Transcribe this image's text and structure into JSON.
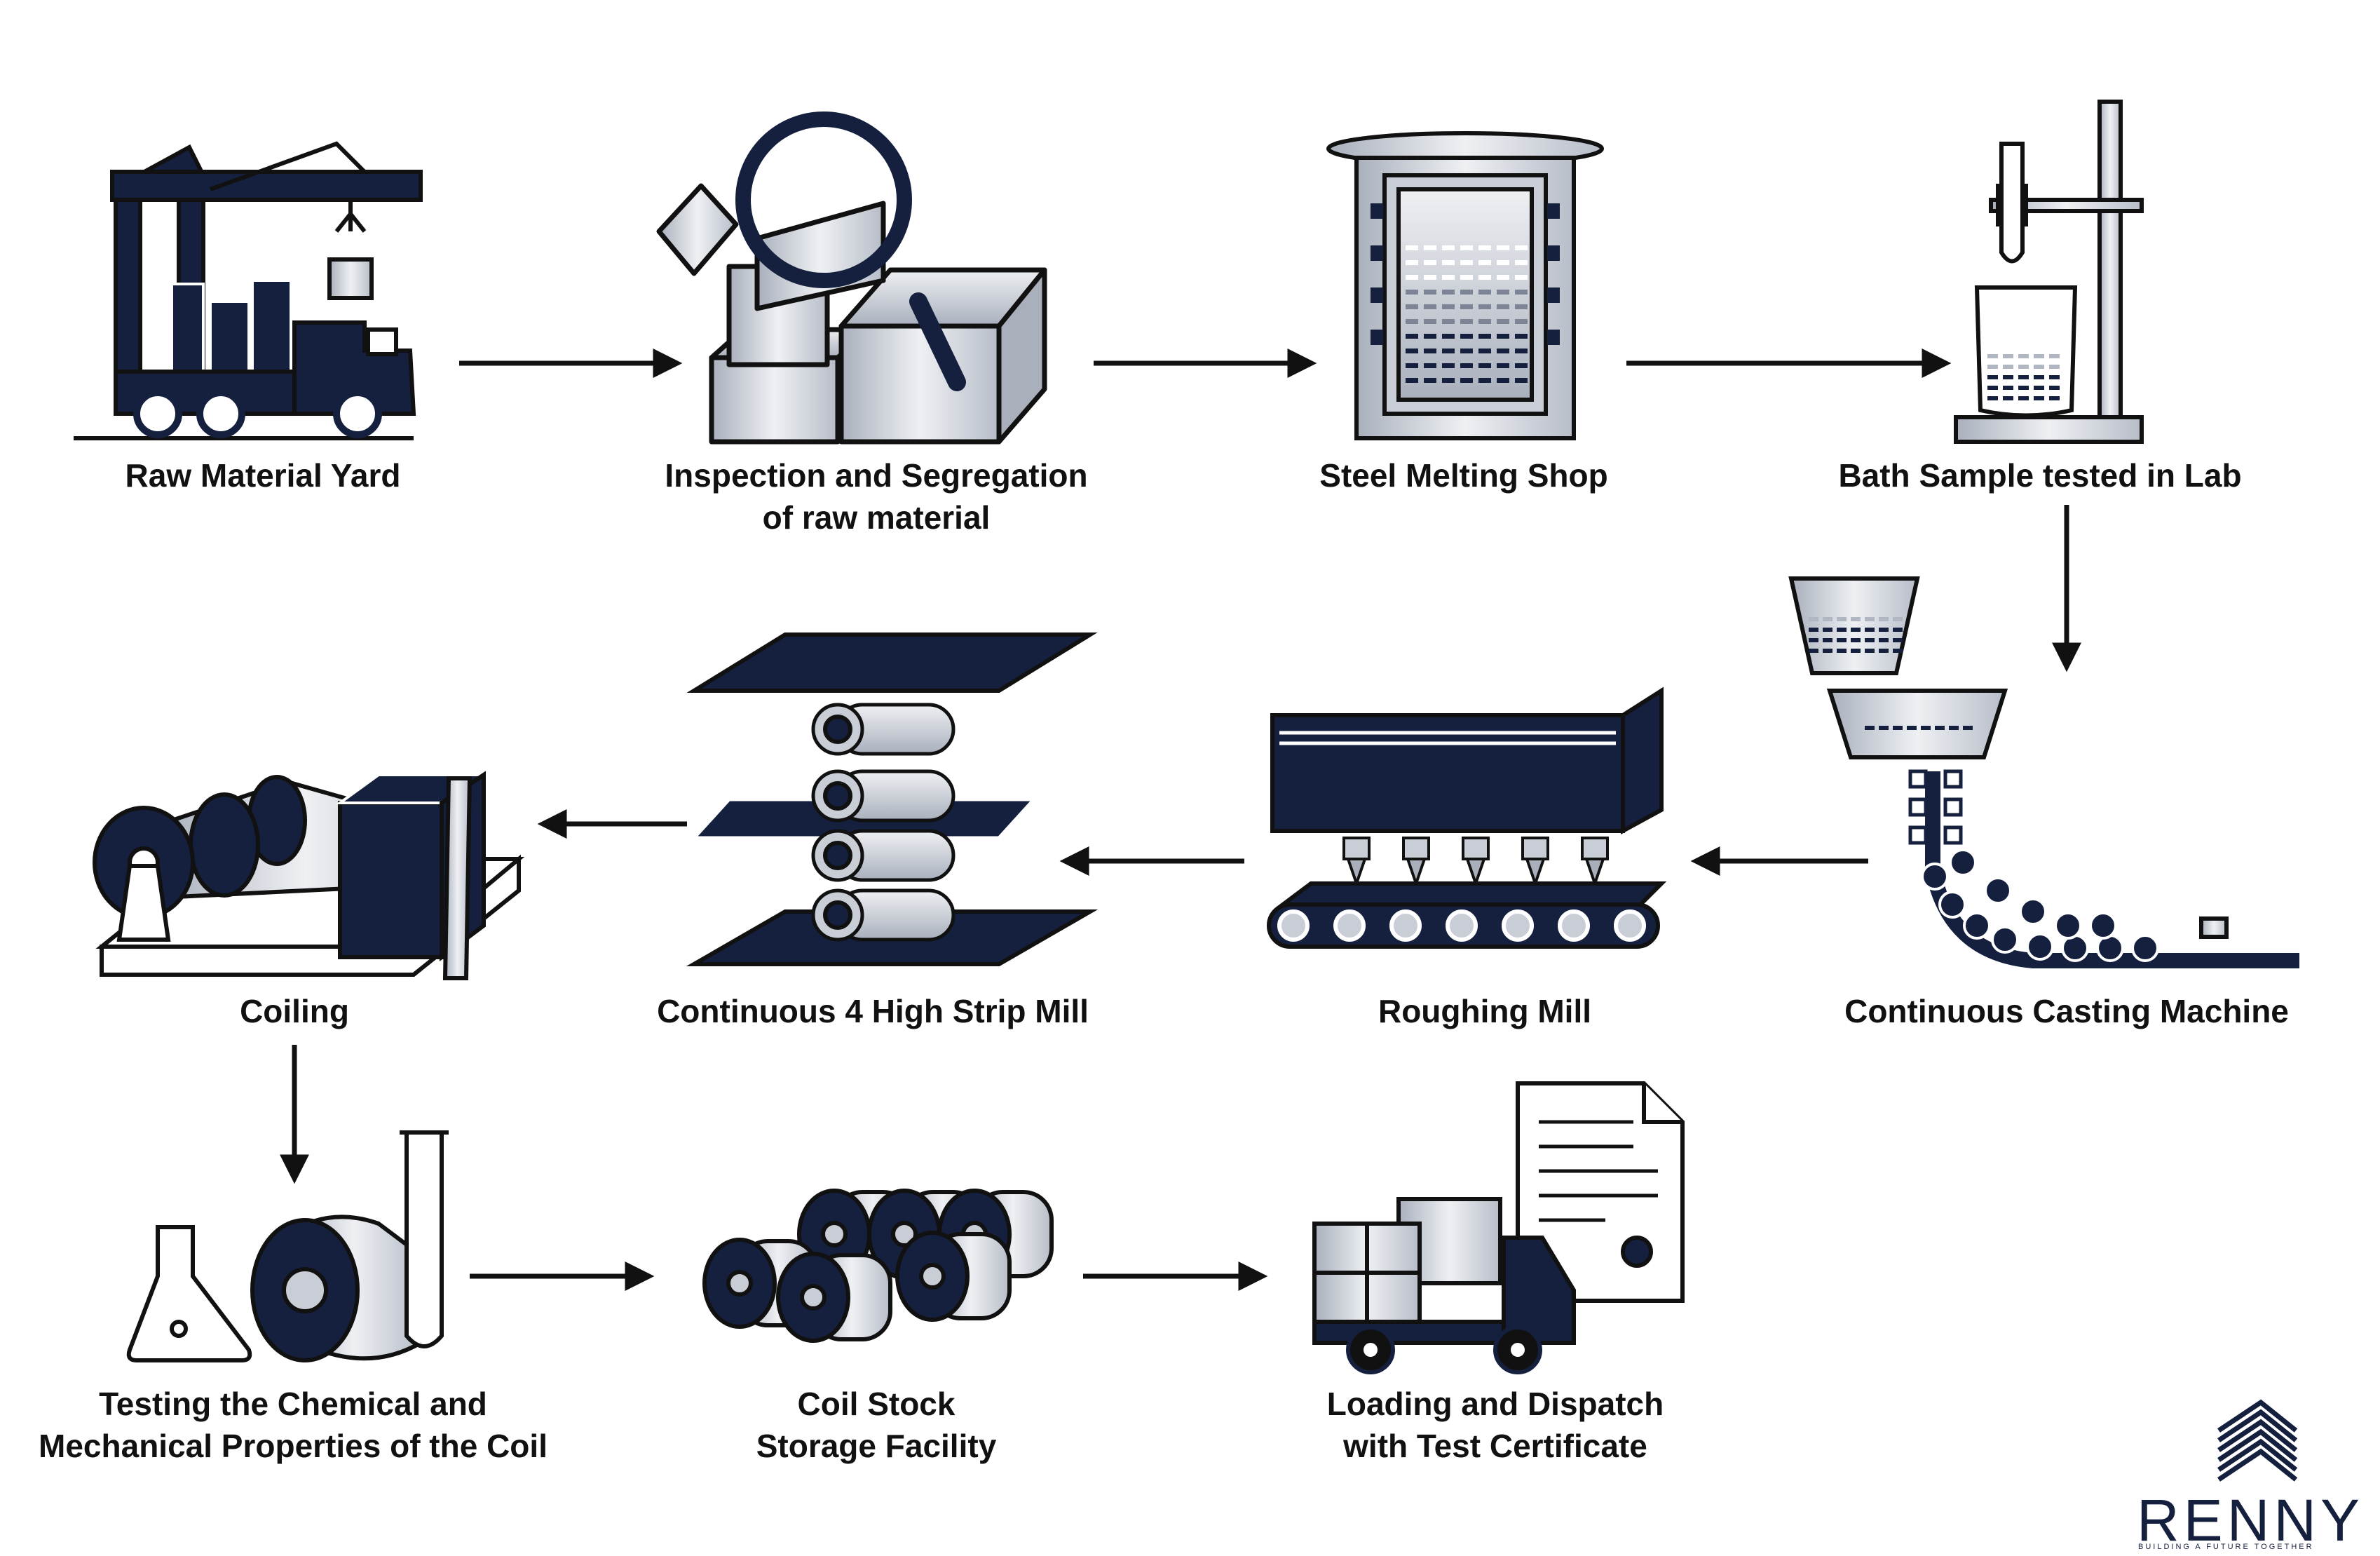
{
  "diagram": {
    "type": "process-flow",
    "title": "Steel Coil Manufacturing Process",
    "colors": {
      "primary": "#15203e",
      "steel": "#c5cad3",
      "steel_light": "#e6e8ec",
      "outline": "#111111",
      "arrow": "#111111"
    },
    "steps": [
      {
        "id": "raw-material-yard",
        "label": "Raw Material Yard",
        "icon": "crane-truck-icon"
      },
      {
        "id": "inspection-segregation",
        "label": "Inspection and Segregation\nof raw material",
        "icon": "magnifier-boxes-icon"
      },
      {
        "id": "steel-melting-shop",
        "label": "Steel Melting Shop",
        "icon": "furnace-icon"
      },
      {
        "id": "bath-sample-lab",
        "label": "Bath Sample tested in Lab",
        "icon": "lab-stand-icon"
      },
      {
        "id": "continuous-casting",
        "label": "Continuous Casting Machine",
        "icon": "caster-icon"
      },
      {
        "id": "roughing-mill",
        "label": "Roughing Mill",
        "icon": "roughing-mill-icon"
      },
      {
        "id": "strip-mill",
        "label": "Continuous 4 High Strip Mill",
        "icon": "rollers-icon"
      },
      {
        "id": "coiling",
        "label": "Coiling",
        "icon": "coiler-icon"
      },
      {
        "id": "testing",
        "label": "Testing the Chemical and\nMechanical Properties of the Coil",
        "icon": "coil-test-icon"
      },
      {
        "id": "coil-storage",
        "label": "Coil Stock\nStorage Facility",
        "icon": "coil-stack-icon"
      },
      {
        "id": "dispatch",
        "label": "Loading and Dispatch\nwith Test Certificate",
        "icon": "truck-certificate-icon"
      }
    ],
    "edges": [
      {
        "from": "raw-material-yard",
        "to": "inspection-segregation",
        "direction": "right"
      },
      {
        "from": "inspection-segregation",
        "to": "steel-melting-shop",
        "direction": "right"
      },
      {
        "from": "steel-melting-shop",
        "to": "bath-sample-lab",
        "direction": "right"
      },
      {
        "from": "bath-sample-lab",
        "to": "continuous-casting",
        "direction": "down"
      },
      {
        "from": "continuous-casting",
        "to": "roughing-mill",
        "direction": "left"
      },
      {
        "from": "roughing-mill",
        "to": "strip-mill",
        "direction": "left"
      },
      {
        "from": "strip-mill",
        "to": "coiling",
        "direction": "left"
      },
      {
        "from": "coiling",
        "to": "testing",
        "direction": "down"
      },
      {
        "from": "testing",
        "to": "coil-storage",
        "direction": "right"
      },
      {
        "from": "coil-storage",
        "to": "dispatch",
        "direction": "right"
      }
    ]
  },
  "brand": {
    "name": "RENNY",
    "tagline": "BUILDING A FUTURE TOGETHER",
    "icon": "stacked-chevrons-logo-icon"
  }
}
